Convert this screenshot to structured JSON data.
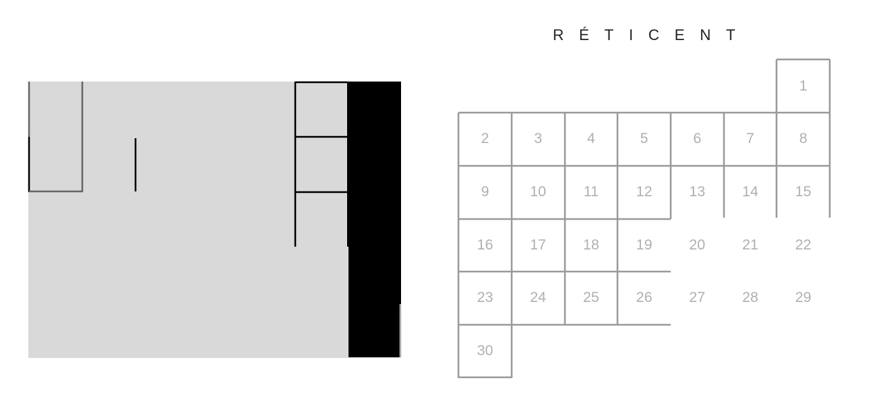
{
  "title": "RÉTICENT",
  "colors": {
    "board_bg": "#d9d9d9",
    "wall": "#000000",
    "grid": "#9a9a9a",
    "number": "#b0b0b0"
  },
  "calendar": {
    "days": [
      "1",
      "2",
      "3",
      "4",
      "5",
      "6",
      "7",
      "8",
      "9",
      "10",
      "11",
      "12",
      "13",
      "14",
      "15",
      "16",
      "17",
      "18",
      "19",
      "20",
      "21",
      "22",
      "23",
      "24",
      "25",
      "26",
      "27",
      "28",
      "29",
      "30"
    ],
    "first_day_column": 6,
    "columns": 7
  }
}
